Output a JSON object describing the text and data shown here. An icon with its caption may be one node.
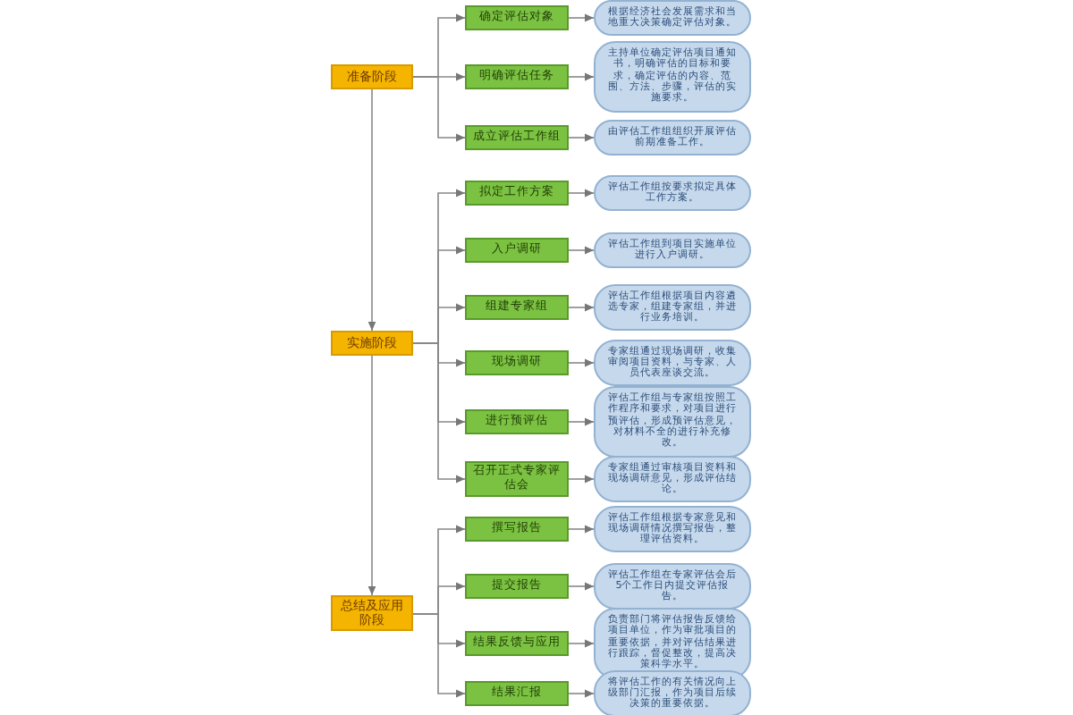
{
  "diagram": {
    "nodes": [
      {
        "text": [
          "准备阶段"
        ]
      },
      {
        "text": [
          "确定评估对象"
        ]
      },
      {
        "text": [
          "根据经济社会发展需求和当地重大决策确定评估对象。"
        ]
      },
      {
        "text": [
          "明确评估任务"
        ]
      },
      {
        "text": [
          "主持单位确定评估项目通知书，明确评估的目标和要求，确定评估的内容、范围、方法、步骤，评估的实施要求。"
        ]
      },
      {
        "text": [
          "成立评估工作组"
        ]
      },
      {
        "text": [
          "由评估工作组组织开展评估前期准备工作。"
        ]
      },
      {
        "text": [
          "实施阶段"
        ]
      },
      {
        "text": [
          "拟定工作方案"
        ]
      },
      {
        "text": [
          "评估工作组按要求拟定具体工作方案。"
        ]
      },
      {
        "text": [
          "入户调研"
        ]
      },
      {
        "text": [
          "评估工作组到项目实施单位进行入户调研。"
        ]
      },
      {
        "text": [
          "组建专家组"
        ]
      },
      {
        "text": [
          "评估工作组根据项目内容遴选专家，组建专家组，并进行业务培训。"
        ]
      },
      {
        "text": [
          "现场调研"
        ]
      },
      {
        "text": [
          "专家组通过现场调研，收集审阅项目资料，与专家、人员代表座谈交流。"
        ]
      },
      {
        "text": [
          "进行预评估"
        ]
      },
      {
        "text": [
          "评估工作组与专家组按照工作程序和要求，对项目进行预评估，形成预评估意见，对材料不全的进行补充修改。"
        ]
      },
      {
        "text": [
          "召开正式专家评估会"
        ]
      },
      {
        "text": [
          "专家组通过审核项目资料和现场调研意见，形成评估结论。"
        ]
      },
      {
        "text": [
          "总结及应用阶段"
        ]
      },
      {
        "text": [
          "撰写报告"
        ]
      },
      {
        "text": [
          "评估工作组根据专家意见和现场调研情况撰写报告，整理评估资料。"
        ]
      },
      {
        "text": [
          "提交报告"
        ]
      },
      {
        "text": [
          "评估工作组在专家评估会后5个工作日内提交评估报告。"
        ]
      },
      {
        "text": [
          "结果反馈与应用"
        ]
      },
      {
        "text": [
          "负责部门将评估报告反馈给项目单位，作为审批项目的重要依据，并对评估结果进行跟踪，督促整改，提高决策科学水平。"
        ]
      },
      {
        "text": [
          "结果汇报"
        ]
      },
      {
        "text": [
          "将评估工作的有关情况向上级部门汇报，作为项目后续决策的重要依据。"
        ]
      }
    ],
    "edges": [
      {
        "from": 0,
        "to": 7,
        "arrow": "to"
      },
      {
        "from": 7,
        "to": 20,
        "arrow": "to"
      },
      {
        "from": 0,
        "to": 1,
        "arrow": "to"
      },
      {
        "from": 0,
        "to": 3,
        "arrow": "to"
      },
      {
        "from": 0,
        "to": 5,
        "arrow": "to"
      },
      {
        "from": 7,
        "to": 8,
        "arrow": "to"
      },
      {
        "from": 7,
        "to": 10,
        "arrow": "to"
      },
      {
        "from": 7,
        "to": 12,
        "arrow": "to"
      },
      {
        "from": 7,
        "to": 14,
        "arrow": "to"
      },
      {
        "from": 7,
        "to": 16,
        "arrow": "to"
      },
      {
        "from": 7,
        "to": 18,
        "arrow": "to"
      },
      {
        "from": 20,
        "to": 21,
        "arrow": "to"
      },
      {
        "from": 20,
        "to": 23,
        "arrow": "to"
      },
      {
        "from": 20,
        "to": 25,
        "arrow": "to"
      },
      {
        "from": 20,
        "to": 27,
        "arrow": "to"
      },
      {
        "from": 1,
        "to": 2,
        "arrow": "to"
      },
      {
        "from": 3,
        "to": 4,
        "arrow": "to"
      },
      {
        "from": 5,
        "to": 6,
        "arrow": "to"
      },
      {
        "from": 8,
        "to": 9,
        "arrow": "to"
      },
      {
        "from": 10,
        "to": 11,
        "arrow": "to"
      },
      {
        "from": 12,
        "to": 13,
        "arrow": "to"
      },
      {
        "from": 14,
        "to": 15,
        "arrow": "to"
      },
      {
        "from": 16,
        "to": 17,
        "arrow": "to"
      },
      {
        "from": 18,
        "to": 19,
        "arrow": "to"
      },
      {
        "from": 21,
        "to": 22,
        "arrow": "to"
      },
      {
        "from": 23,
        "to": 24,
        "arrow": "to"
      },
      {
        "from": 25,
        "to": 26,
        "arrow": "to"
      },
      {
        "from": 27,
        "to": 28,
        "arrow": "to"
      }
    ]
  }
}
